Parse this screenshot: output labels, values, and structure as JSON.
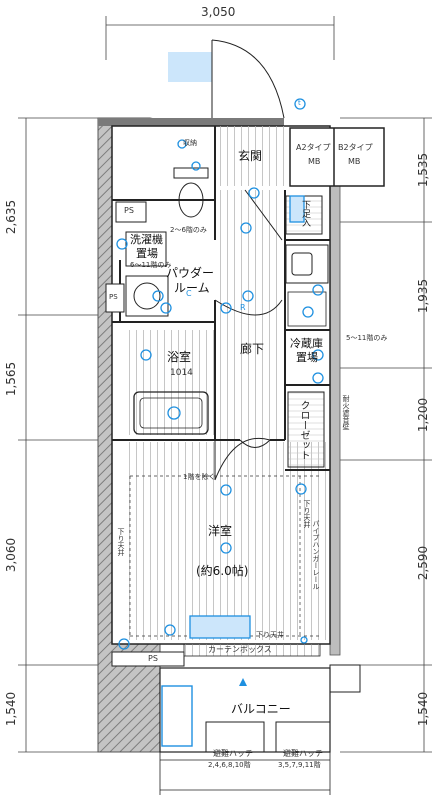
{
  "dimensions": {
    "top": "3,050",
    "left": [
      "2,635",
      "1,565",
      "3,060",
      "1,540"
    ],
    "right": [
      "1,535",
      "1,935",
      "1,200",
      "2,590",
      "1,540"
    ]
  },
  "rooms": {
    "entrance": "玄関",
    "storage": "収納",
    "ps1": "PS",
    "ps2": "PS",
    "ps3": "PS",
    "laundry_line1": "洗濯機",
    "laundry_line2": "置場",
    "laundry_note": "6～11階のみ",
    "powder_line1": "パウダー",
    "powder_line2": "ルーム",
    "powder_note": "2～6階のみ",
    "bath": "浴室",
    "bath_size": "1014",
    "hallway": "廊下",
    "western": "洋室",
    "western_size": "(約6.0帖)",
    "western_note": "1階を除く",
    "fridge_line1": "冷蔵庫",
    "fridge_line2": "置場",
    "fridge_note": "5～11階のみ",
    "closet": "クローゼット",
    "shoe": "下足入",
    "mb_a_line1": "A2タイプ",
    "mb_a_line2": "MB",
    "mb_b_line1": "B2タイプ",
    "mb_b_line2": "MB",
    "balcony": "バルコニー",
    "curtain_box": "カーテンボックス",
    "lowered_ceiling_1": "下り天井",
    "lowered_ceiling_2": "下り天井",
    "lowered_ceiling_3": "下り天井",
    "fire_wall": "耐火遮音壁",
    "pipe_rail": "パイプハンガーレール",
    "hatch_1_line1": "避難ハッチ",
    "hatch_1_line2": "2,4,6,8,10階",
    "hatch_2_line1": "避難ハッチ",
    "hatch_2_line2": "3,5,7,9,11階",
    "symbol_r": "R",
    "symbol_c": "C",
    "symbol_t": "t"
  },
  "colors": {
    "wall_hatch": "#9a9a9a",
    "fixture_blue": "#1e90e0",
    "highlight_blue": "#cce6fb",
    "line": "#222222"
  }
}
